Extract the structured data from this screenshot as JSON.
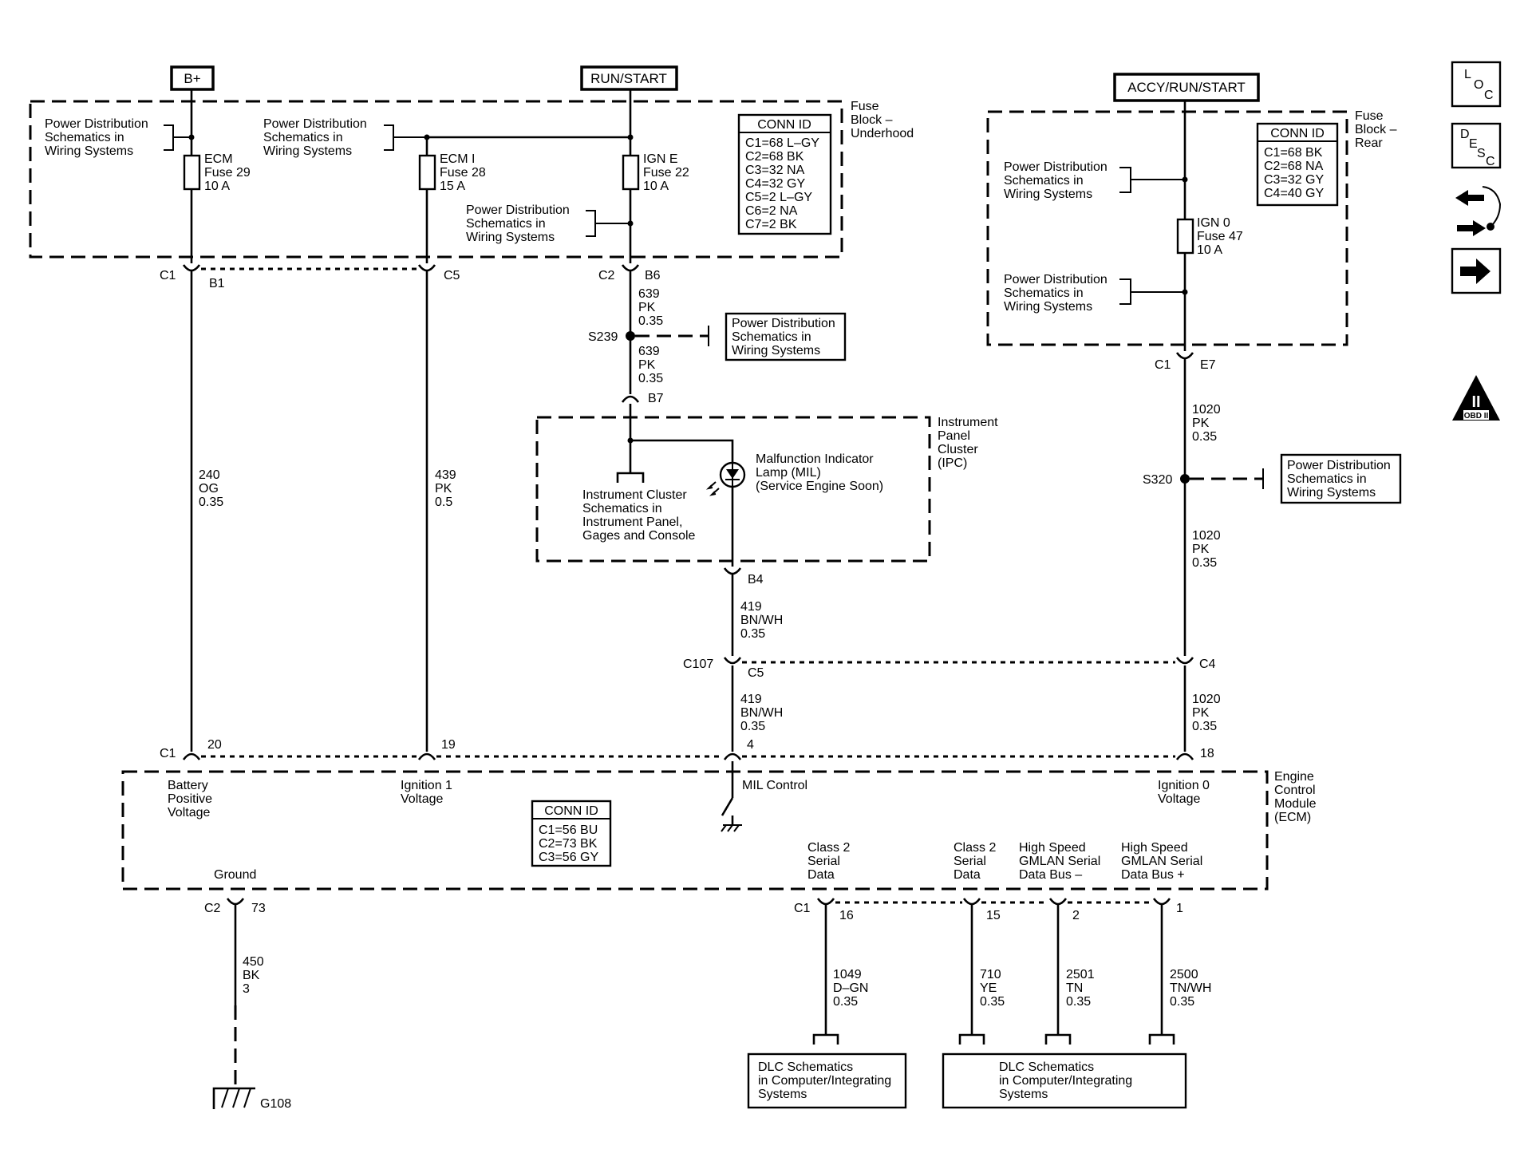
{
  "power": {
    "bplus": "B+",
    "run_start": "RUN/START",
    "accy": "ACCY/RUN/START"
  },
  "pds": [
    "Power Distribution",
    "Schematics in",
    "Wiring  Systems"
  ],
  "fuse_block_underhood": [
    "Fuse",
    "Block –",
    "Underhood"
  ],
  "fuse_block_rear": [
    "Fuse",
    "Block –",
    "Rear"
  ],
  "conn_id_title": "CONN ID",
  "conn_underhood": [
    "C1=68 L–GY",
    "C2=68 BK",
    "C3=32 NA",
    "C4=32 GY",
    "C5=2 L–GY",
    "C6=2 NA",
    "C7=2 BK"
  ],
  "conn_rear": [
    "C1=68 BK",
    "C2=68 NA",
    "C3=32 GY",
    "C4=40 GY"
  ],
  "conn_ecm": [
    "C1=56 BU",
    "C2=73 BK",
    "C3=56 GY"
  ],
  "fuses": {
    "ecm": [
      "ECM",
      "Fuse 29",
      "10 A"
    ],
    "ecmi": [
      "ECM I",
      "Fuse 28",
      "15 A"
    ],
    "igne": [
      "IGN E",
      "Fuse 22",
      "10 A"
    ],
    "ign0": [
      "IGN 0",
      "Fuse 47",
      "10 A"
    ]
  },
  "connectors": {
    "c1": "C1",
    "c2": "C2",
    "c4": "C4",
    "c5": "C5",
    "c107": "C107",
    "b1": "B1",
    "b4": "B4",
    "b6": "B6",
    "b7": "B7",
    "e7": "E7",
    "p20": "20",
    "p19": "19",
    "p4": "4",
    "p18": "18",
    "p73": "73",
    "p16": "16",
    "p15": "15",
    "p2": "2",
    "p1": "1"
  },
  "splices": {
    "s239": "S239",
    "s320": "S320"
  },
  "wires": {
    "w639": [
      "639",
      "PK",
      "0.35"
    ],
    "w240": [
      "240",
      "OG",
      "0.35"
    ],
    "w439": [
      "439",
      "PK",
      "0.5"
    ],
    "w419": [
      "419",
      "BN/WH",
      "0.35"
    ],
    "w1020": [
      "1020",
      "PK",
      "0.35"
    ],
    "w450": [
      "450",
      "BK",
      "3"
    ],
    "w1049": [
      "1049",
      "D–GN",
      "0.35"
    ],
    "w710": [
      "710",
      "YE",
      "0.35"
    ],
    "w2501": [
      "2501",
      "TN",
      "0.35"
    ],
    "w2500": [
      "2500",
      "TN/WH",
      "0.35"
    ]
  },
  "ipc": {
    "label": [
      "Instrument",
      "Panel",
      "Cluster",
      "(IPC)"
    ],
    "mil": [
      "Malfunction Indicator",
      "Lamp (MIL)",
      "(Service Engine Soon)"
    ],
    "cluster_ref": [
      "Instrument Cluster",
      "Schematics in",
      "Instrument Panel,",
      "Gages and Console"
    ]
  },
  "ecm": {
    "label": [
      "Engine",
      "Control",
      "Module",
      "(ECM)"
    ],
    "batt": [
      "Battery",
      "Positive",
      "Voltage"
    ],
    "ign1": [
      "Ignition 1",
      "Voltage"
    ],
    "mil_control": "MIL Control",
    "ign0": [
      "Ignition 0",
      "Voltage"
    ],
    "ground": "Ground",
    "class2a": [
      "Class 2",
      "Serial",
      "Data"
    ],
    "class2b": [
      "Class 2",
      "Serial",
      "Data"
    ],
    "gmlan_minus": [
      "High Speed",
      "GMLAN Serial",
      "Data Bus –"
    ],
    "gmlan_plus": [
      "High Speed",
      "GMLAN Serial",
      "Data Bus +"
    ]
  },
  "dlc": [
    "DLC Schematics",
    "in Computer/Integrating",
    "Systems"
  ],
  "ground_id": "G108",
  "nav": {
    "loc": [
      "L",
      "O",
      "C"
    ],
    "desc": [
      "D",
      "E",
      "S",
      "C"
    ],
    "obd": "OBD II",
    "obd_numeral": "II"
  }
}
